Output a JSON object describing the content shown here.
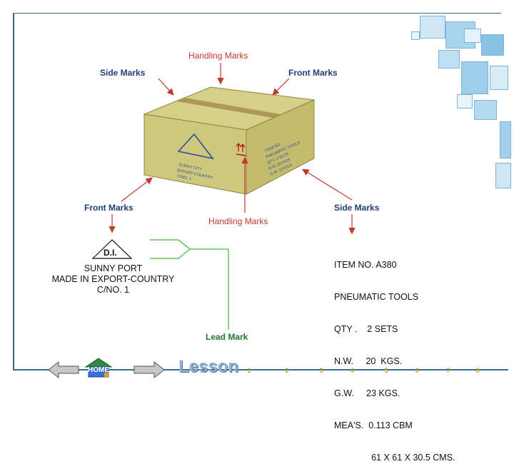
{
  "labels": {
    "handling_top": "Handling Marks",
    "side_top": "Side Marks",
    "front_top": "Front Marks",
    "front_bottom": "Front Marks",
    "handling_bottom": "Handling Marks",
    "side_bottom": "Side Marks",
    "lead_mark": "Lead Mark"
  },
  "front_mark": {
    "triangle_text": "D.I.",
    "line1": "SUNNY PORT",
    "line2": "MADE IN EXPORT-COUNTRY",
    "line3": "C/NO. 1"
  },
  "side_mark": {
    "line1": "ITEM NO. A380",
    "line2": "PNEUMATIC TOOLS",
    "line3": "QTY .    2 SETS",
    "line4": "N.W.     20  KGS.",
    "line5": "G.W.     23 KGS.",
    "line6": "MEA'S.  0.113 CBM",
    "line7": "               61 X 61 X 30.5 CMS."
  },
  "nav": {
    "home_label": "HOME",
    "lesson_label": "Lesson",
    "lesson_numbers": [
      "1",
      "2",
      "3",
      "4",
      "5",
      "6",
      "7",
      "8"
    ]
  },
  "colors": {
    "box_top": "#d7cf87",
    "box_front": "#cfc77b",
    "box_side": "#c4bc6c",
    "label_blue": "#1f3f77",
    "label_red": "#c0392b",
    "label_green": "#1f7a2c"
  }
}
